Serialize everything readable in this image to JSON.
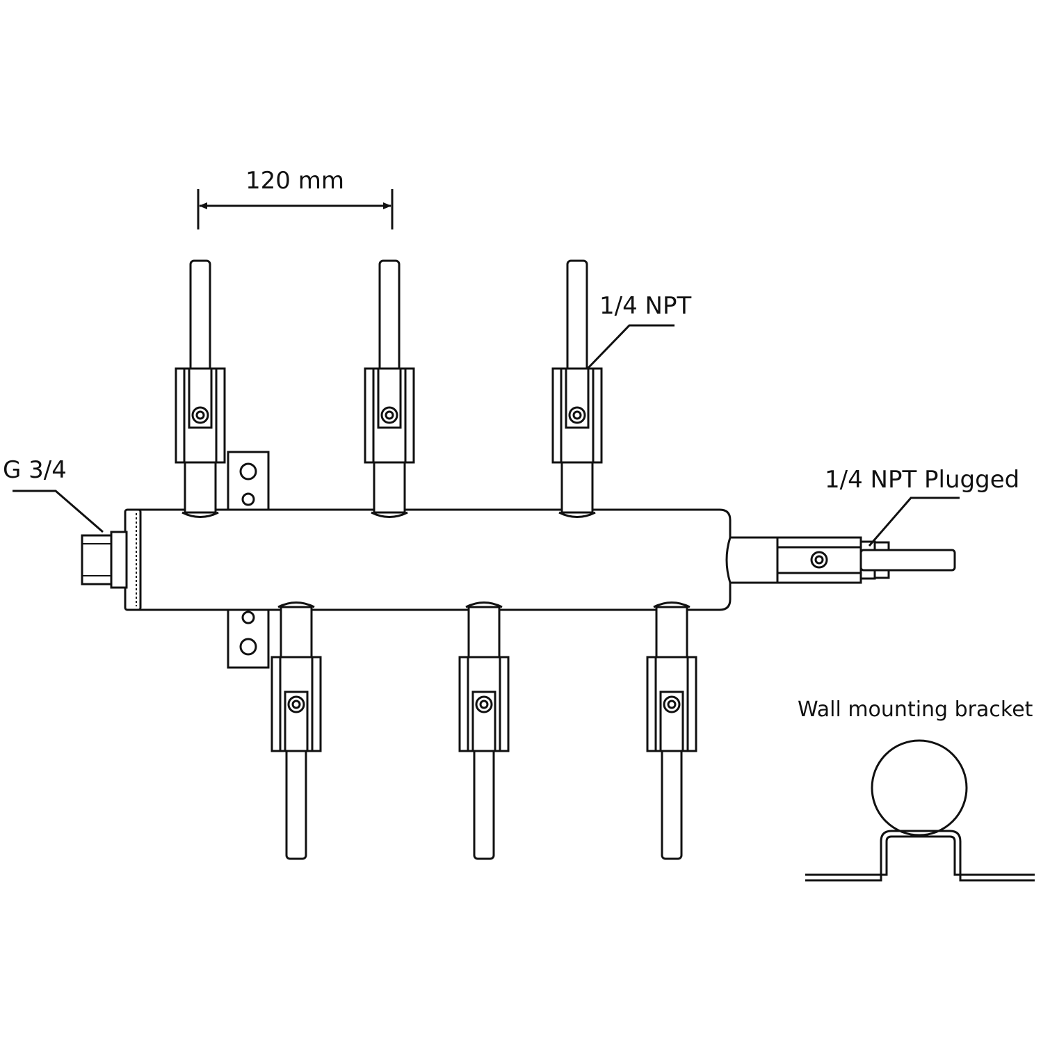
{
  "labels": {
    "dimension": "120 mm",
    "inlet": "G 3/4",
    "outlet_thread": "1/4 NPT",
    "plugged_end": "1/4 NPT Plugged",
    "bracket_detail": "Wall mounting bracket"
  },
  "manifold": {
    "top_outlets": 3,
    "bottom_outlets": 3,
    "outlet_spacing_mm": 120
  }
}
